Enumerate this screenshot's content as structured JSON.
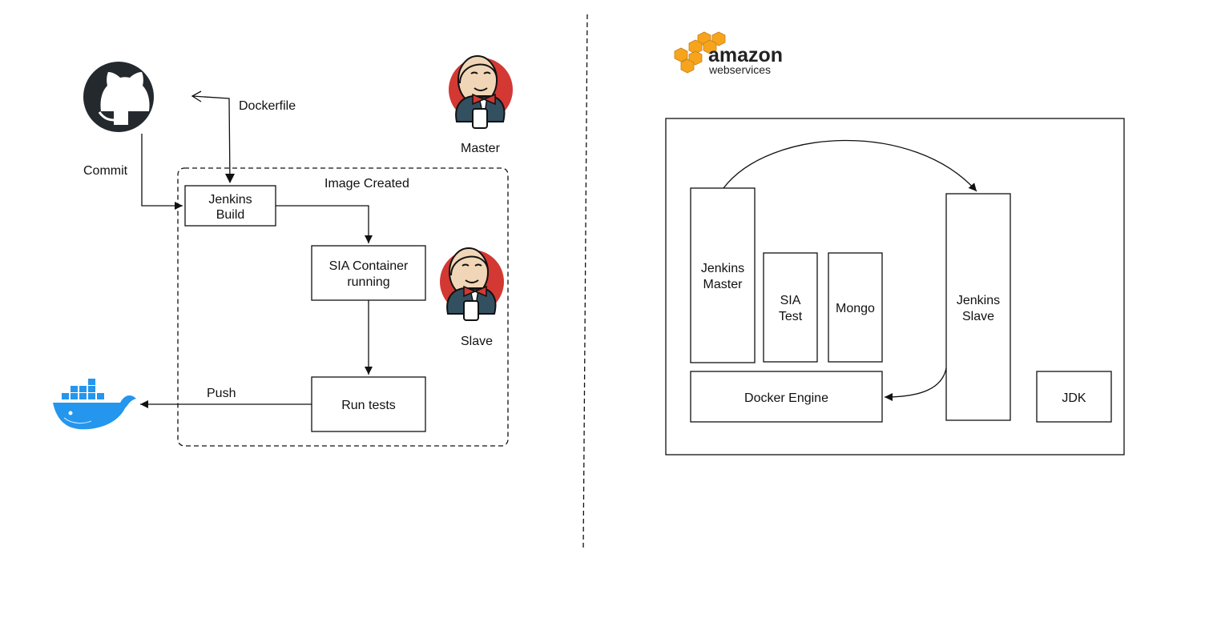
{
  "left": {
    "labels": {
      "dockerfile": "Dockerfile",
      "commit": "Commit",
      "master": "Master",
      "image_created": "Image Created",
      "slave": "Slave",
      "push": "Push"
    },
    "boxes": {
      "jenkins_build": [
        "Jenkins",
        "Build"
      ],
      "sia_container": [
        "SIA Container",
        "running"
      ],
      "run_tests": [
        "Run tests"
      ]
    },
    "icons": [
      "github-icon",
      "jenkins-master-icon",
      "jenkins-slave-icon",
      "docker-icon"
    ]
  },
  "right": {
    "logo": {
      "word1": "amazon",
      "word2": "webservices",
      "color": "#f7a41d"
    },
    "boxes": {
      "jenkins_master": [
        "Jenkins",
        "Master"
      ],
      "sia_test": [
        "SIA",
        "Test"
      ],
      "mongo": [
        "Mongo"
      ],
      "jenkins_slave": [
        "Jenkins",
        "Slave"
      ],
      "docker_engine": [
        "Docker Engine"
      ],
      "jdk": [
        "JDK"
      ]
    }
  },
  "colors": {
    "stroke": "#111111",
    "docker_blue": "#2496ed",
    "jenkins_red": "#d33833",
    "github": "#24292e"
  }
}
